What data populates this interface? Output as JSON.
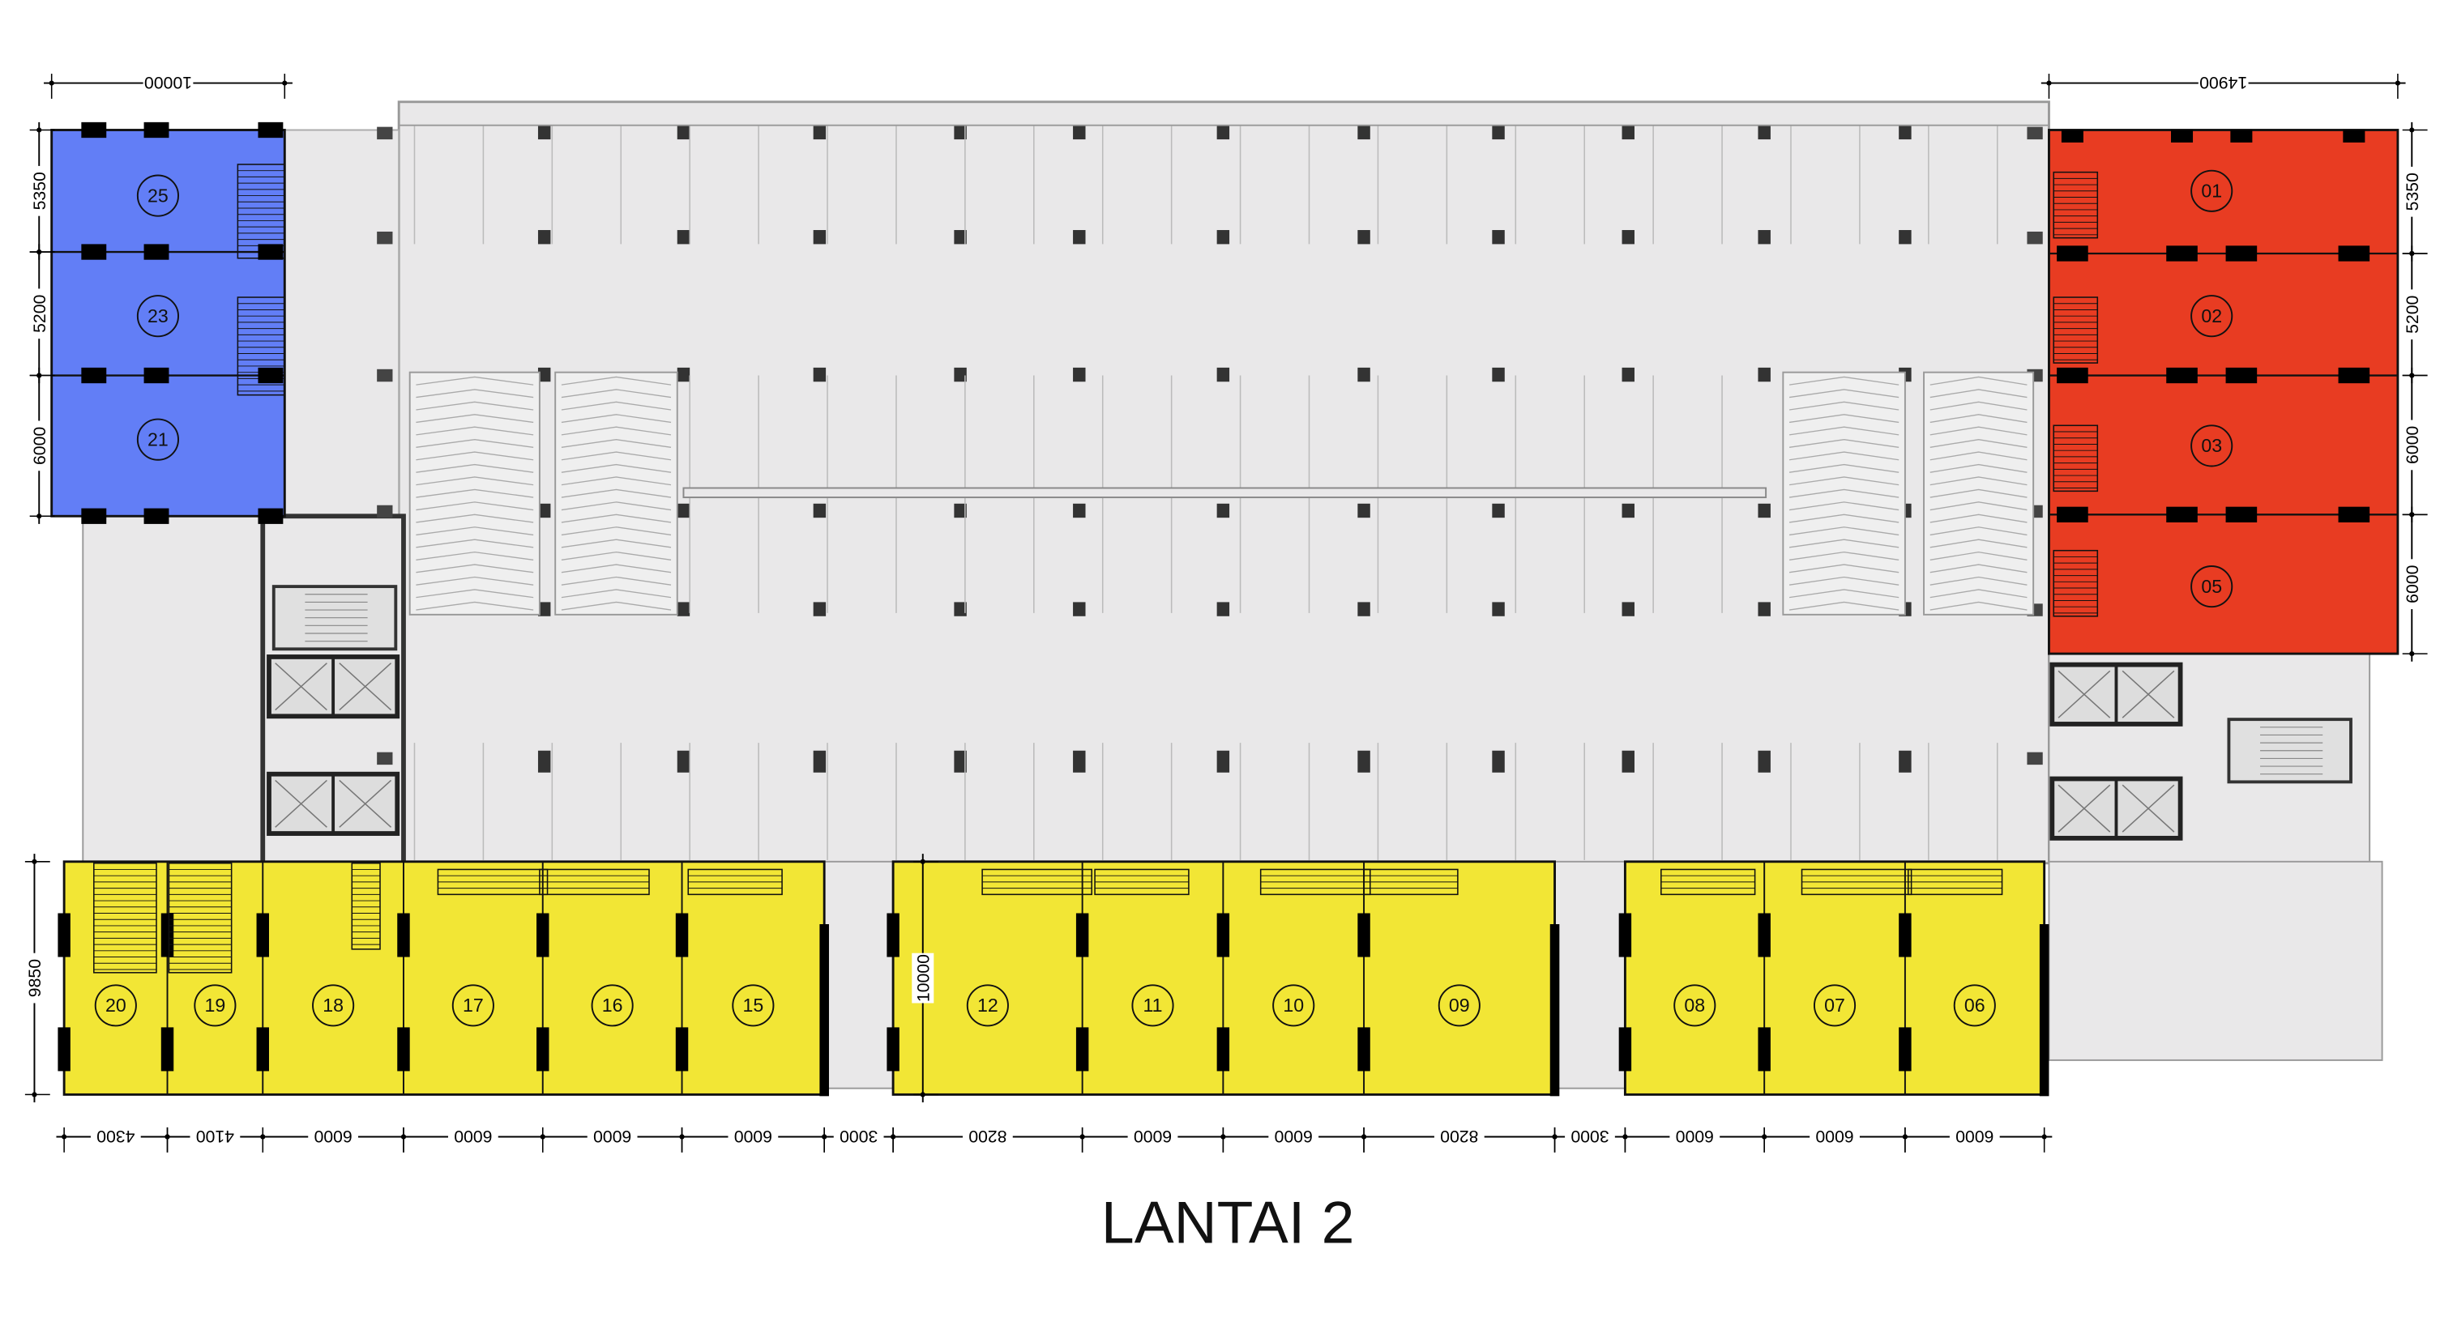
{
  "title": "LANTAI 2",
  "colors": {
    "blue_units": "#627ef6",
    "red_units": "#e83c22",
    "yellow_units": "#f2e635",
    "common_area": "#e9e8e9",
    "structure": "#1a1a1a"
  },
  "blocks": {
    "blue": {
      "units": [
        "25",
        "23",
        "21"
      ],
      "width_dim": "10000",
      "row_dims": [
        "5350",
        "5200",
        "6000"
      ]
    },
    "red": {
      "units": [
        "01",
        "02",
        "03",
        "05"
      ],
      "width_dim": "14900",
      "row_dims": [
        "5350",
        "5200",
        "6000",
        "6000"
      ]
    },
    "yellow": {
      "units": [
        "20",
        "19",
        "18",
        "17",
        "16",
        "15",
        "12",
        "11",
        "10",
        "09",
        "08",
        "07",
        "06"
      ],
      "depth_dim": "9850",
      "depth_dim_2": "10000"
    }
  },
  "bottom_dims": [
    "4300",
    "4100",
    "6000",
    "6000",
    "6000",
    "6000",
    "3000",
    "8200",
    "6000",
    "6000",
    "8200",
    "3000",
    "6000",
    "6000",
    "6000"
  ]
}
